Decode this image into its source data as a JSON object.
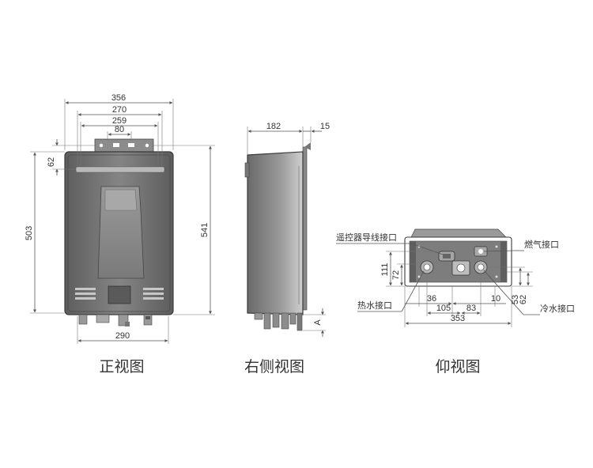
{
  "front_view": {
    "name": "正视图",
    "dims": {
      "w356": "356",
      "w270": "270",
      "w259": "259",
      "w80": "80",
      "h62": "62",
      "h503": "503",
      "h541": "541",
      "w290": "290"
    }
  },
  "side_view": {
    "name": "右侧视图",
    "dims": {
      "d182": "182",
      "d15": "15",
      "a": "A"
    }
  },
  "bottom_view": {
    "name": "仰视图",
    "callouts": {
      "remote": "遥控器导线接口",
      "gas": "燃气接口",
      "hot": "热水接口",
      "cold": "冷水接口"
    },
    "dims": {
      "h111": "111",
      "h72": "72",
      "h53": "53",
      "h62": "62",
      "w36": "36",
      "w10": "10",
      "w105": "105",
      "w83": "83",
      "w353": "353"
    }
  },
  "colors": {
    "body_dark": "#6f6f6f",
    "body_mid": "#8a8a8a",
    "line": "#555555"
  }
}
